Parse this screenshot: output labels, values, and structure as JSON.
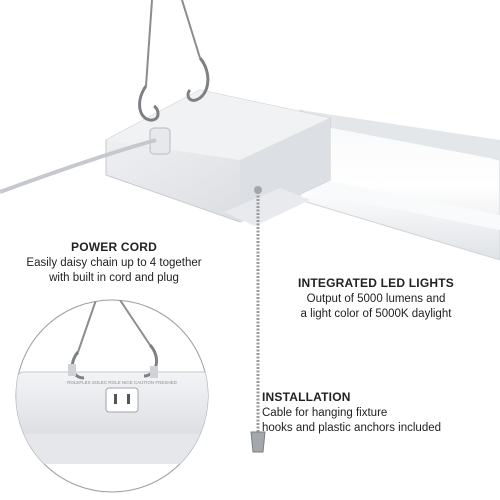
{
  "callouts": {
    "power_cord": {
      "title": "POWER CORD",
      "line1": "Easily daisy chain up to 4 together",
      "line2": "with built in cord and plug"
    },
    "led_lights": {
      "title": "INTEGRATED LED LIGHTS",
      "line1": "Output of 5000 lumens and",
      "line2": "a light color of 5000K daylight"
    },
    "installation": {
      "title": "INSTALLATION",
      "line1": "Cable for hanging fixture",
      "line2": "hooks and plastic anchors included"
    }
  },
  "inset": {
    "label_strip": "ROLEFLEX SOLEC ROLE NICE CAUTION FRESHED"
  },
  "colors": {
    "fixture_body": "#eef0f2",
    "fixture_shadow": "#c9ccd0",
    "cable": "#8a8d91",
    "chain": "#9b9b9b",
    "text": "#222222"
  }
}
